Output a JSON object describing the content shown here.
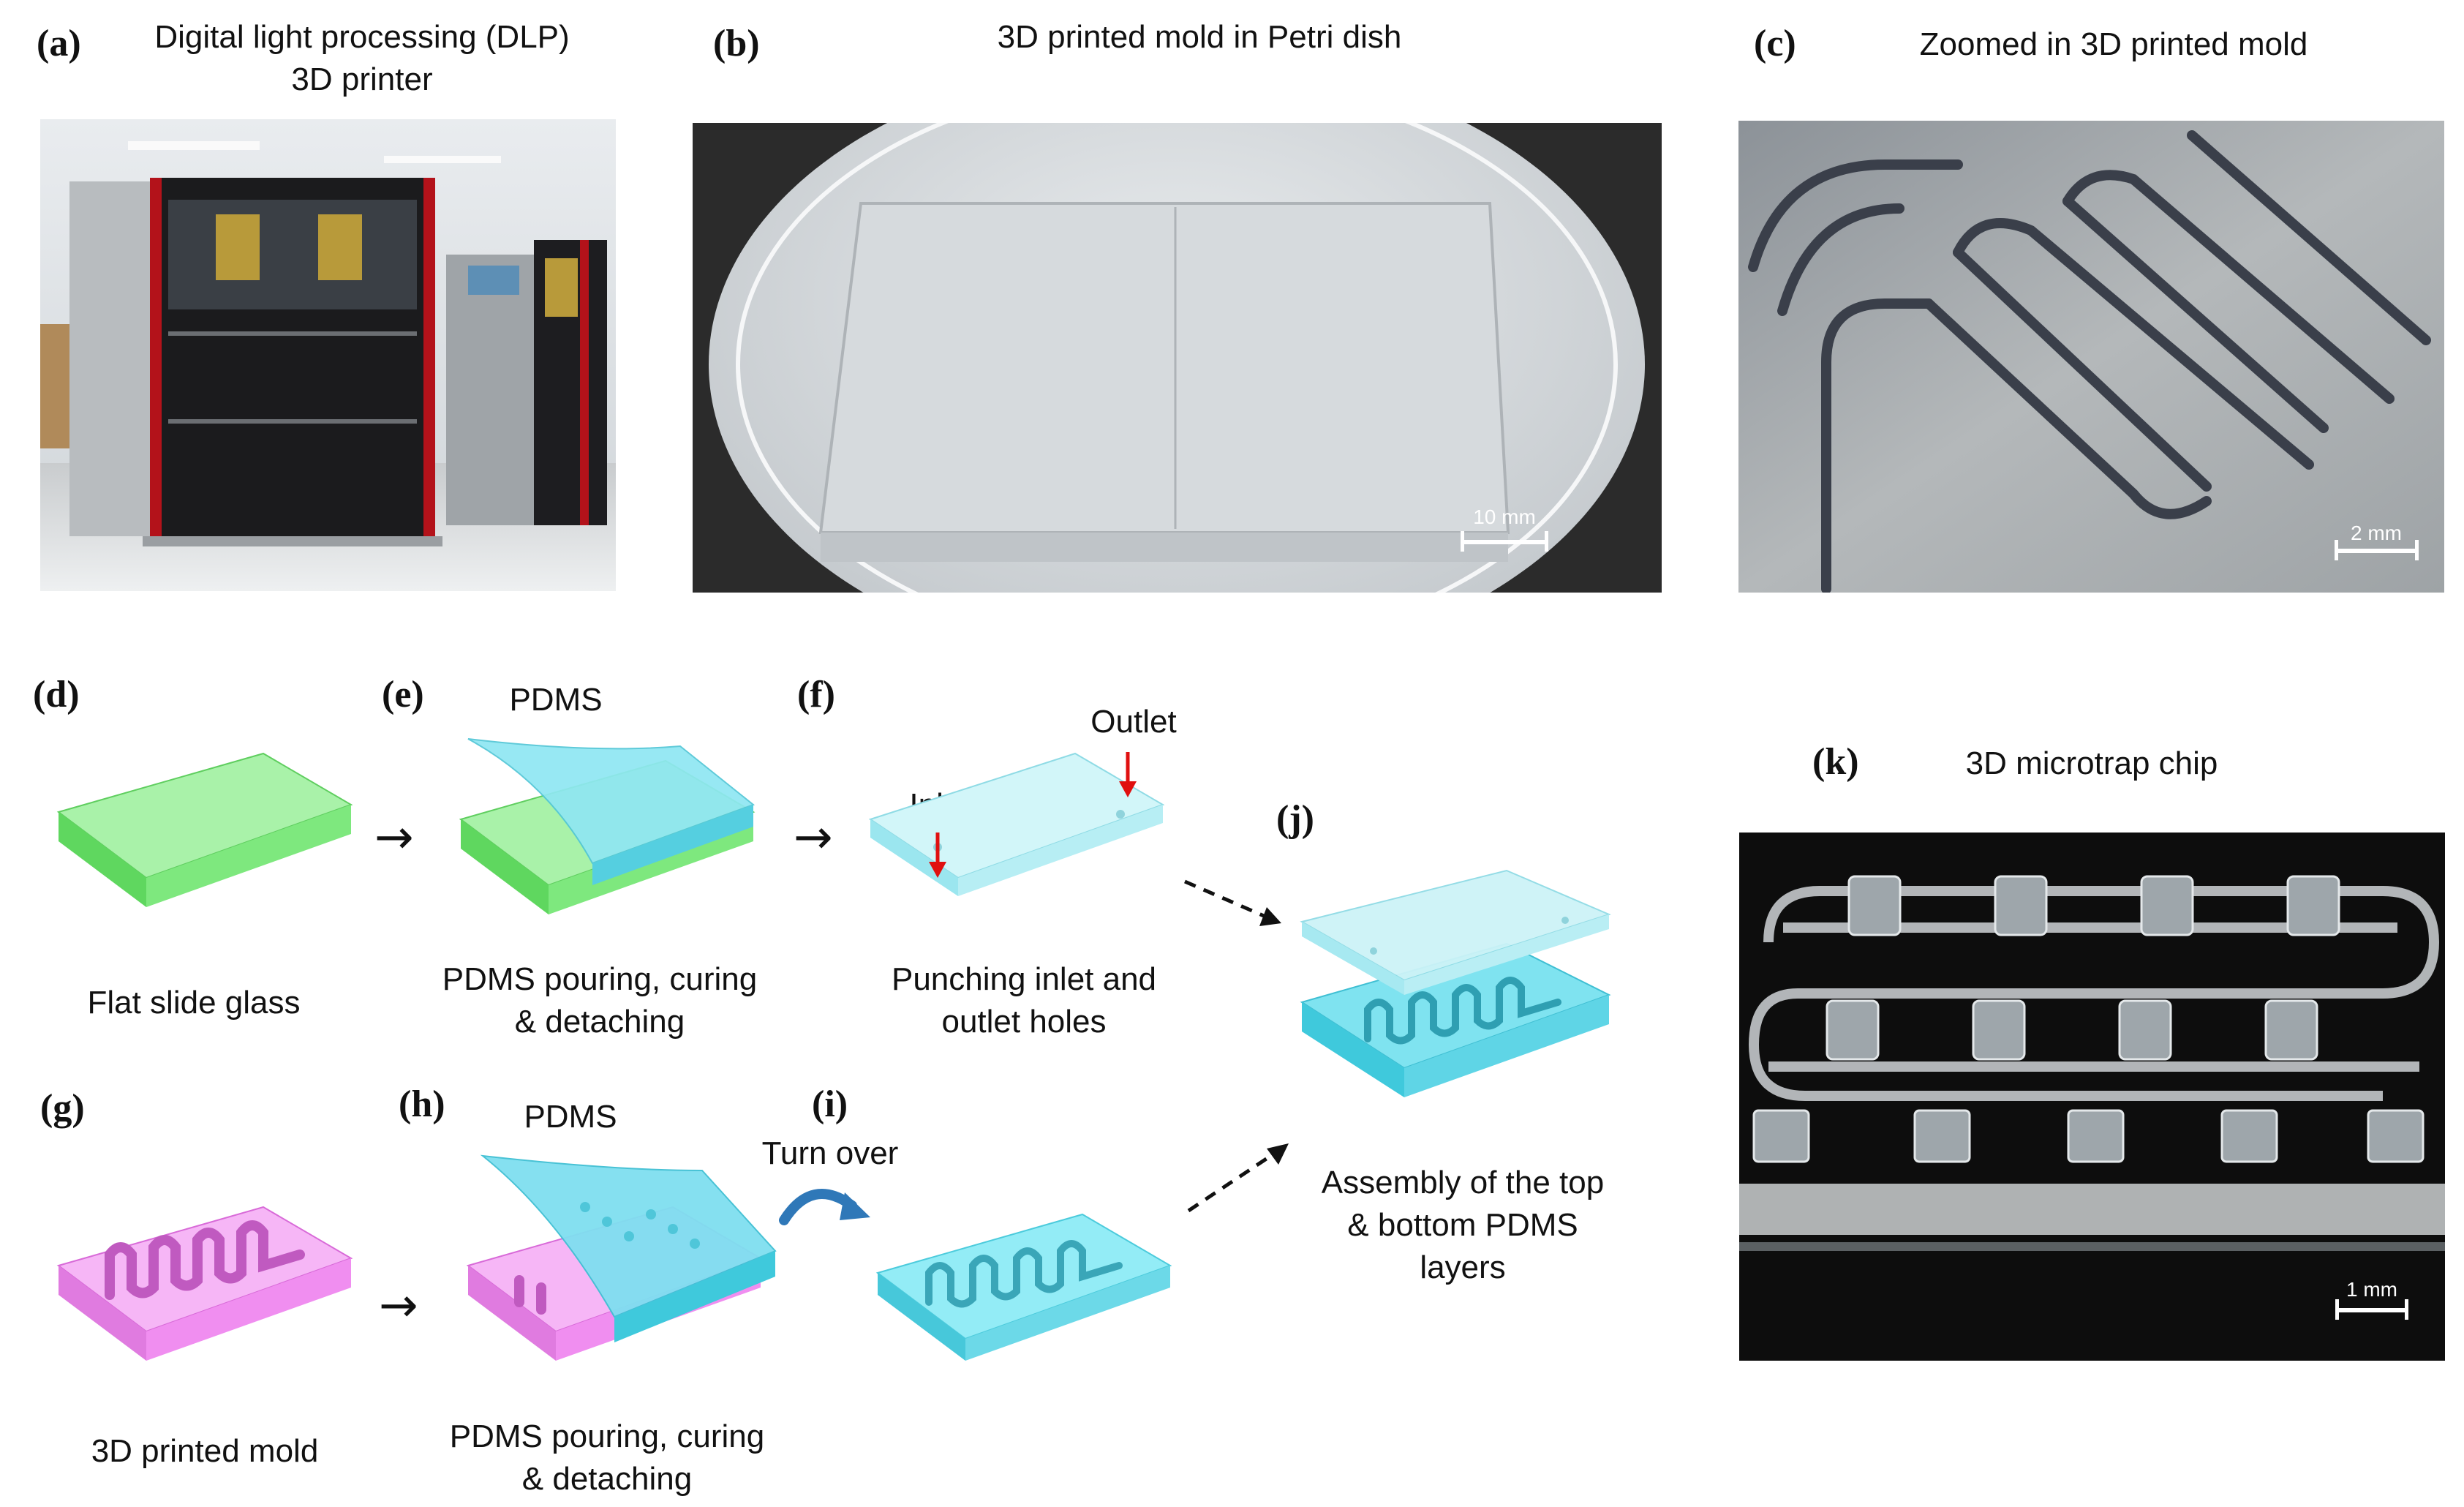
{
  "panels": {
    "a": {
      "label": "(a)",
      "title_line1": "Digital light processing (DLP)",
      "title_line2": "3D printer"
    },
    "b": {
      "label": "(b)",
      "title": "3D printed mold in Petri dish",
      "scale": "10 mm"
    },
    "c": {
      "label": "(c)",
      "title": "Zoomed in 3D printed mold",
      "scale": "2 mm"
    },
    "d": {
      "label": "(d)",
      "caption": "Flat slide glass"
    },
    "e": {
      "label": "(e)",
      "top_text": "PDMS",
      "caption_line1": "PDMS pouring, curing",
      "caption_line2": "& detaching"
    },
    "f": {
      "label": "(f)",
      "outlet_text": "Outlet",
      "inlet_text": "Inlet",
      "caption_line1": "Punching inlet and",
      "caption_line2": "outlet holes"
    },
    "g": {
      "label": "(g)",
      "caption": "3D printed mold"
    },
    "h": {
      "label": "(h)",
      "top_text": "PDMS",
      "caption_line1": "PDMS pouring, curing",
      "caption_line2": "& detaching"
    },
    "i": {
      "label": "(i)",
      "top_text": "Turn over"
    },
    "j": {
      "label": "(j)",
      "caption_line1": "Assembly of the top",
      "caption_line2": "& bottom PDMS",
      "caption_line3": "layers"
    },
    "k": {
      "label": "(k)",
      "title": "3D microtrap chip",
      "scale": "1 mm"
    }
  },
  "colors": {
    "glass_green": "#7ee87e",
    "pdms_cyan": "#7fe3f0",
    "pdms_light": "#c9f4f7",
    "mold_magenta": "#f08ef0",
    "red_arrow": "#e01010"
  },
  "icons": [
    "turn-over-arrow-icon",
    "red-down-arrow-icon",
    "right-arrow-icon",
    "dashed-arrow-icon"
  ]
}
